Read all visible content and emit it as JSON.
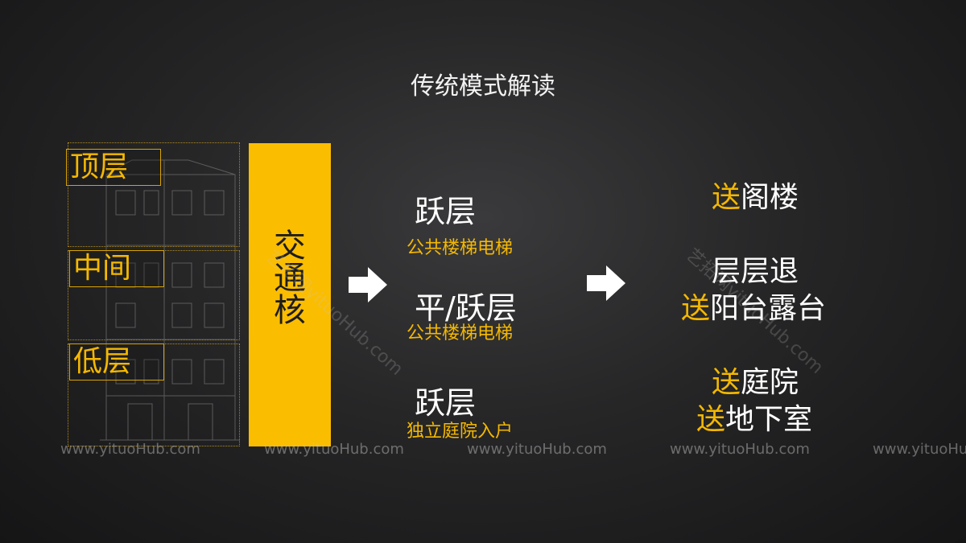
{
  "title": "传统模式解读",
  "floors": [
    "顶层",
    "中间",
    "低层"
  ],
  "core_chars": [
    "交",
    "通",
    "核"
  ],
  "middle": [
    {
      "main": "跃层",
      "sub": "公共楼梯电梯"
    },
    {
      "main": "平/跃层",
      "sub": "公共楼梯电梯"
    },
    {
      "main": "跃层",
      "sub": "独立庭院入户"
    }
  ],
  "right": {
    "r1_hl": "送",
    "r1_rest": "阁楼",
    "r2_line1": "层层退",
    "r2_hl": "送",
    "r2_rest": "阳台露台",
    "r3_hl": "送",
    "r3_rest": "庭院",
    "r4_hl": "送",
    "r4_rest": "地下室"
  },
  "watermark": "www.yituoHub.com",
  "watermark_diag_1": "艺拓网yituoHub.com",
  "watermark_diag_2": "艺拓网yituoHub.com",
  "colors": {
    "accent": "#fbbd00",
    "text": "#ffffff",
    "background": "#262627"
  },
  "icons": [
    "right-arrow-icon",
    "right-arrow-icon"
  ]
}
